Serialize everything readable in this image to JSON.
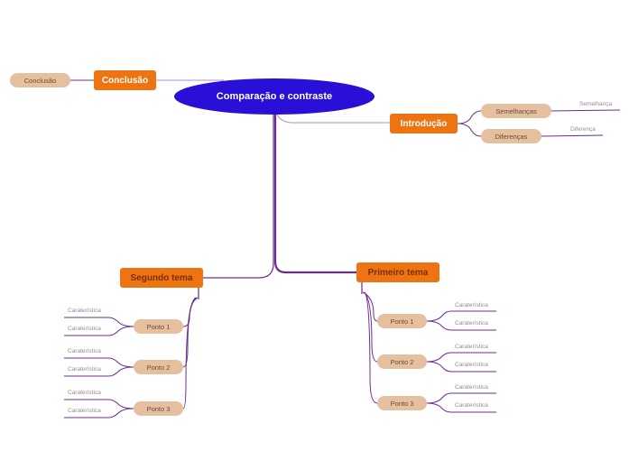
{
  "colors": {
    "root": "#2a0fd6",
    "main": "#ee7411",
    "sub": "#e6bf9e",
    "line": "#6a2c91",
    "thinline": "#b48bc9"
  },
  "root": {
    "label": "Comparação e contraste"
  },
  "conclusao": {
    "label": "Conclusão",
    "child": "Conclusão"
  },
  "introducao": {
    "label": "Introdução",
    "items": [
      {
        "label": "Semelhanças",
        "leaf": "Semelhança"
      },
      {
        "label": "Diferenças",
        "leaf": "Diferença"
      }
    ]
  },
  "primeiro": {
    "label": "Primeiro tema",
    "points": [
      {
        "label": "Ponto 1",
        "leaves": [
          "Caraterística",
          "Caraterística"
        ]
      },
      {
        "label": "Ponto 2",
        "leaves": [
          "Caraterística",
          "Caraterística"
        ]
      },
      {
        "label": "Ponto 3",
        "leaves": [
          "Caraterística",
          "Caraterística"
        ]
      }
    ]
  },
  "segundo": {
    "label": "Segundo tema",
    "points": [
      {
        "label": "Ponto 1",
        "leaves": [
          "Caraterística",
          "Caraterística"
        ]
      },
      {
        "label": "Ponto 2",
        "leaves": [
          "Caraterística",
          "Caraterística"
        ]
      },
      {
        "label": "Ponto 3",
        "leaves": [
          "Caraterística",
          "Caraterística"
        ]
      }
    ]
  }
}
